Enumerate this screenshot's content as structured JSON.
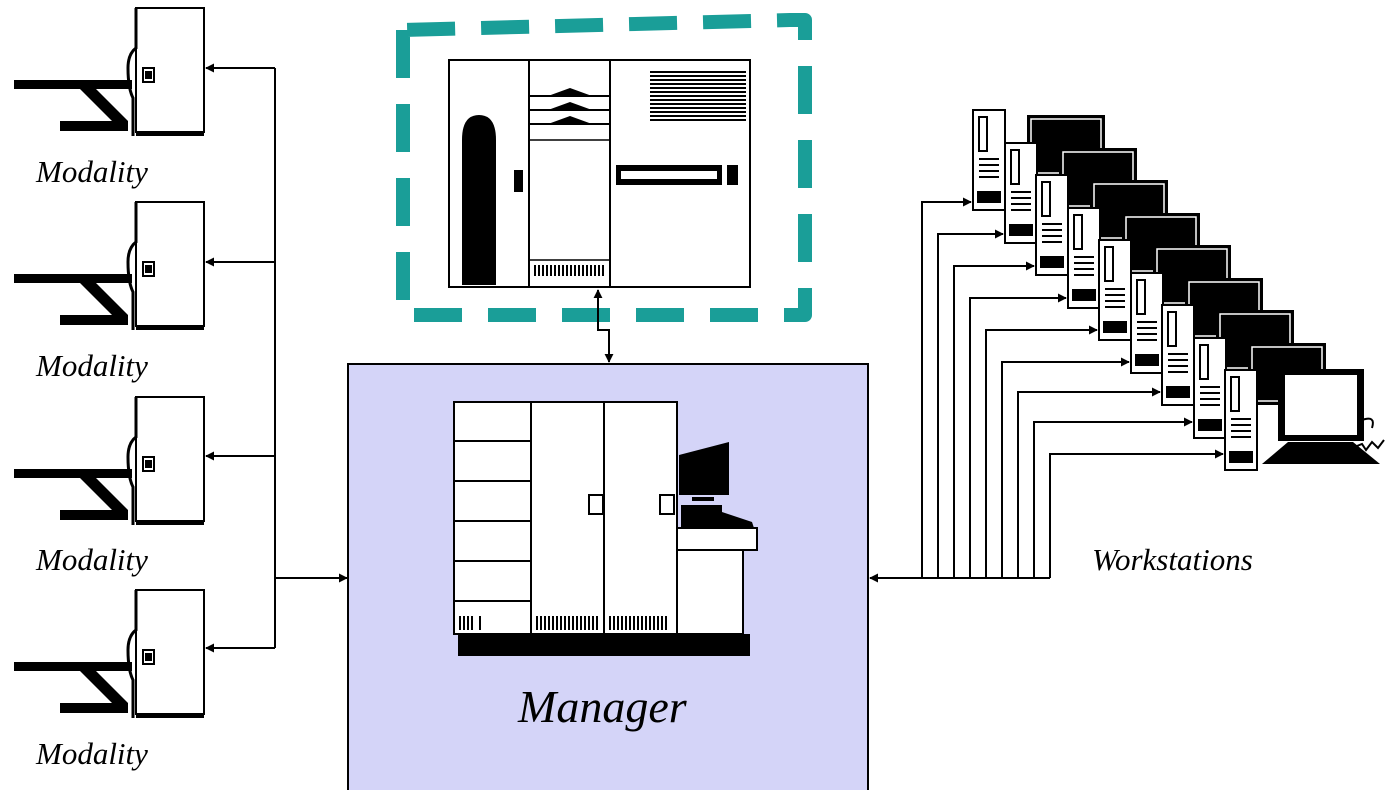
{
  "modalities": [
    {
      "label": "Modality"
    },
    {
      "label": "Modality"
    },
    {
      "label": "Modality"
    },
    {
      "label": "Modality"
    }
  ],
  "manager": {
    "label": "Manager"
  },
  "workstations": {
    "label": "Workstations",
    "count": 9
  },
  "archive": {
    "border_style": "dashed"
  },
  "colors": {
    "manager_fill": "#d4d4f8",
    "archive_border": "#1a9e98",
    "line": "#000000"
  }
}
